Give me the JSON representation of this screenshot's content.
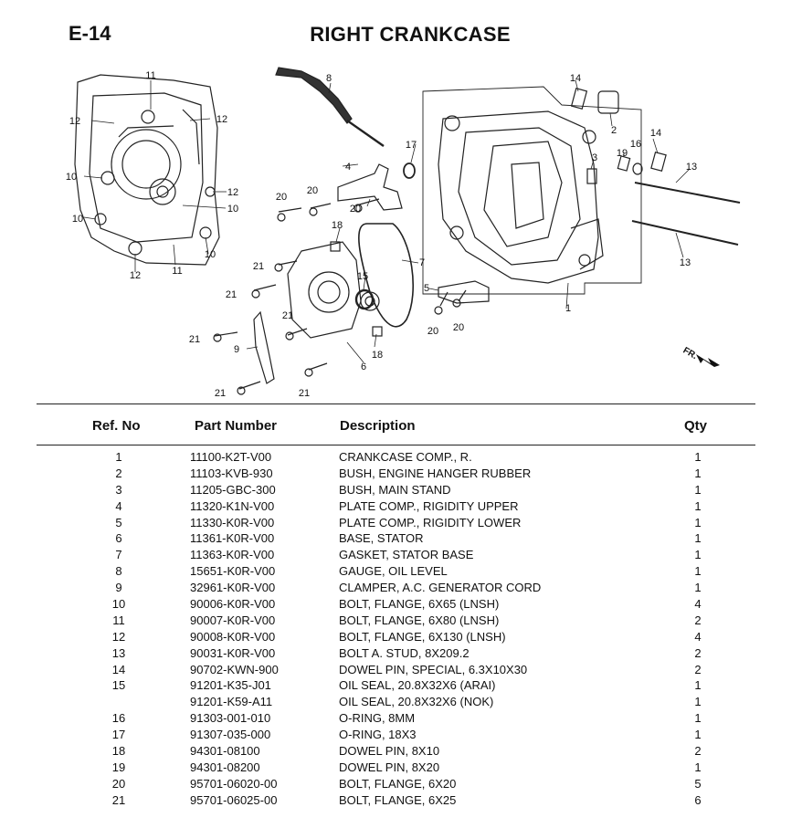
{
  "header": {
    "page_code": "E-14",
    "title": "RIGHT CRANKCASE"
  },
  "diagram": {
    "callouts": [
      "1",
      "2",
      "3",
      "4",
      "5",
      "6",
      "7",
      "8",
      "9",
      "10",
      "11",
      "12",
      "13",
      "14",
      "15",
      "16",
      "17",
      "18",
      "19",
      "20",
      "21"
    ],
    "direction_label": "FR."
  },
  "table": {
    "columns": {
      "ref": "Ref. No",
      "part": "Part Number",
      "desc": "Description",
      "qty": "Qty"
    },
    "rows": [
      {
        "ref": "1",
        "part": "11100-K2T-V00",
        "desc": "CRANKCASE COMP., R.",
        "qty": "1"
      },
      {
        "ref": "2",
        "part": "11103-KVB-930",
        "desc": "BUSH, ENGINE HANGER RUBBER",
        "qty": "1"
      },
      {
        "ref": "3",
        "part": "11205-GBC-300",
        "desc": "BUSH, MAIN STAND",
        "qty": "1"
      },
      {
        "ref": "4",
        "part": "11320-K1N-V00",
        "desc": "PLATE COMP., RIGIDITY UPPER",
        "qty": "1"
      },
      {
        "ref": "5",
        "part": "11330-K0R-V00",
        "desc": "PLATE COMP., RIGIDITY LOWER",
        "qty": "1"
      },
      {
        "ref": "6",
        "part": "11361-K0R-V00",
        "desc": "BASE, STATOR",
        "qty": "1"
      },
      {
        "ref": "7",
        "part": "11363-K0R-V00",
        "desc": "GASKET, STATOR BASE",
        "qty": "1"
      },
      {
        "ref": "8",
        "part": "15651-K0R-V00",
        "desc": "GAUGE, OIL LEVEL",
        "qty": "1"
      },
      {
        "ref": "9",
        "part": "32961-K0R-V00",
        "desc": "CLAMPER, A.C. GENERATOR CORD",
        "qty": "1"
      },
      {
        "ref": "10",
        "part": "90006-K0R-V00",
        "desc": "BOLT, FLANGE, 6X65 (LNSH)",
        "qty": "4"
      },
      {
        "ref": "11",
        "part": "90007-K0R-V00",
        "desc": "BOLT, FLANGE, 6X80 (LNSH)",
        "qty": "2"
      },
      {
        "ref": "12",
        "part": "90008-K0R-V00",
        "desc": "BOLT, FLANGE, 6X130 (LNSH)",
        "qty": "4"
      },
      {
        "ref": "13",
        "part": "90031-K0R-V00",
        "desc": "BOLT A. STUD, 8X209.2",
        "qty": "2"
      },
      {
        "ref": "14",
        "part": "90702-KWN-900",
        "desc": "DOWEL PIN, SPECIAL, 6.3X10X30",
        "qty": "2"
      },
      {
        "ref": "15",
        "part": "91201-K35-J01",
        "desc": "OIL SEAL, 20.8X32X6 (ARAI)",
        "qty": "1"
      },
      {
        "ref": "",
        "part": "91201-K59-A11",
        "desc": "OIL SEAL, 20.8X32X6 (NOK)",
        "qty": "1"
      },
      {
        "ref": "16",
        "part": "91303-001-010",
        "desc": "O-RING, 8MM",
        "qty": "1"
      },
      {
        "ref": "17",
        "part": "91307-035-000",
        "desc": "O-RING, 18X3",
        "qty": "1"
      },
      {
        "ref": "18",
        "part": "94301-08100",
        "desc": "DOWEL PIN, 8X10",
        "qty": "2"
      },
      {
        "ref": "19",
        "part": "94301-08200",
        "desc": "DOWEL PIN, 8X20",
        "qty": "1"
      },
      {
        "ref": "20",
        "part": "95701-06020-00",
        "desc": "BOLT, FLANGE, 6X20",
        "qty": "5"
      },
      {
        "ref": "21",
        "part": "95701-06025-00",
        "desc": "BOLT, FLANGE, 6X25",
        "qty": "6"
      }
    ]
  }
}
